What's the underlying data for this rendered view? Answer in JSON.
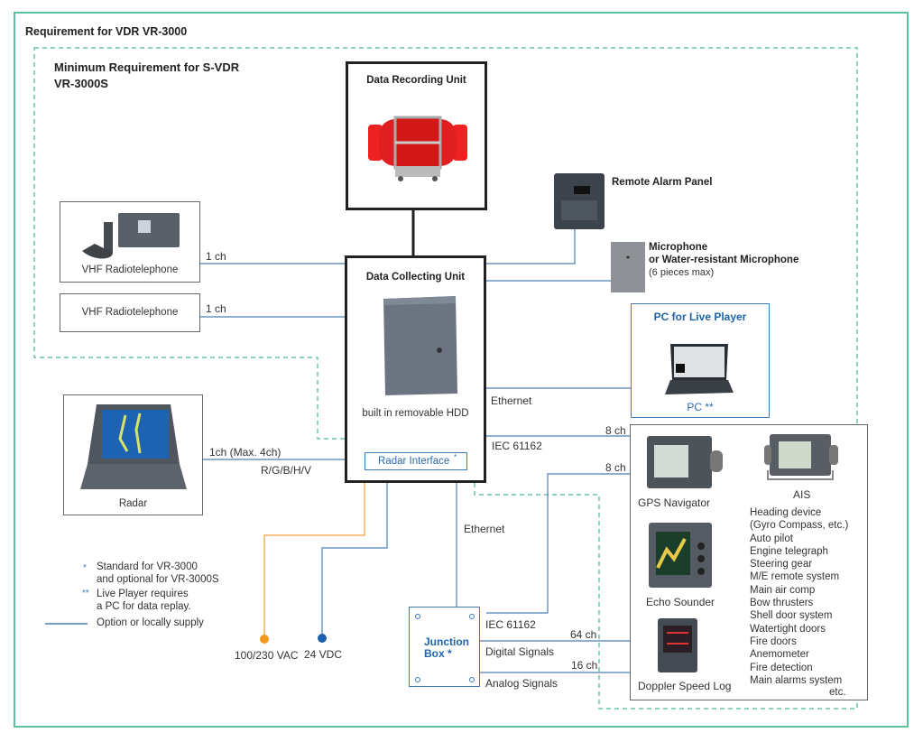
{
  "outer_title": "Requirement for VDR VR-3000",
  "inner_title_line1": "Minimum Requirement for S-VDR",
  "inner_title_line2": "VR-3000S",
  "colors": {
    "outer_border": "#5cc29a",
    "dashed_border": "#6cc7a4",
    "wire_blue": "#4a7fb5",
    "wire_orange": "#f0a030",
    "dot_orange": "#f39a1e",
    "dot_blue": "#1f5fb0",
    "accent_text": "#1f64a8"
  },
  "units": {
    "data_recording_unit": "Data Recording Unit",
    "data_collecting_unit": "Data Collecting Unit",
    "dcu_caption": "built in removable HDD",
    "radar_interface": "Radar Interface",
    "radar_interface_mark": "*",
    "remote_alarm_panel": "Remote Alarm Panel",
    "microphone_line1": "Microphone",
    "microphone_line2": " or Water-resistant Microphone",
    "microphone_line3": "(6 pieces max)",
    "pc_box_title": "PC for Live Player",
    "pc_caption": "PC **",
    "vhf1": "VHF Radiotelephone",
    "vhf2": "VHF Radiotelephone",
    "radar": "Radar",
    "junction_box_line1": "Junction",
    "junction_box_line2": "Box *"
  },
  "connections": {
    "vhf1_ch": "1 ch",
    "vhf2_ch": "1 ch",
    "radar_ch": "1ch (Max. 4ch)",
    "radar_signals": "R/G/B/H/V",
    "ethernet_pc": "Ethernet",
    "iec_top": "IEC 61162",
    "iec_top_ch": "8 ch",
    "gps_ch": "8 ch",
    "ethernet_jb": "Ethernet",
    "iec_jb": "IEC 61162",
    "digital_ch": "64 ch",
    "digital": "Digital Signals",
    "analog_ch": "16 ch",
    "analog": "Analog Signals",
    "power_ac": "100/230 VAC",
    "power_dc": "24 VDC"
  },
  "sensors": {
    "gps": "GPS Navigator",
    "ais": "AIS",
    "echo": "Echo Sounder",
    "doppler": "Doppler Speed Log",
    "list": [
      "Heading device",
      "(Gyro Compass, etc.)",
      "Auto pilot",
      "Engine telegraph",
      "Steering gear",
      "M/E remote system",
      "Main air comp",
      "Bow thrusters",
      "Shell door system",
      "Watertight doors",
      "Fire doors",
      "Anemometer",
      "Fire detection",
      "Main alarms system"
    ],
    "etc": "etc."
  },
  "legend": {
    "mark1": "*",
    "note1_line1": "Standard for VR-3000",
    "note1_line2": "and optional for VR-3000S",
    "mark2": "**",
    "note2_line1": "Live Player requires",
    "note2_line2": "a PC for data replay.",
    "line_label": "Option or locally supply"
  }
}
